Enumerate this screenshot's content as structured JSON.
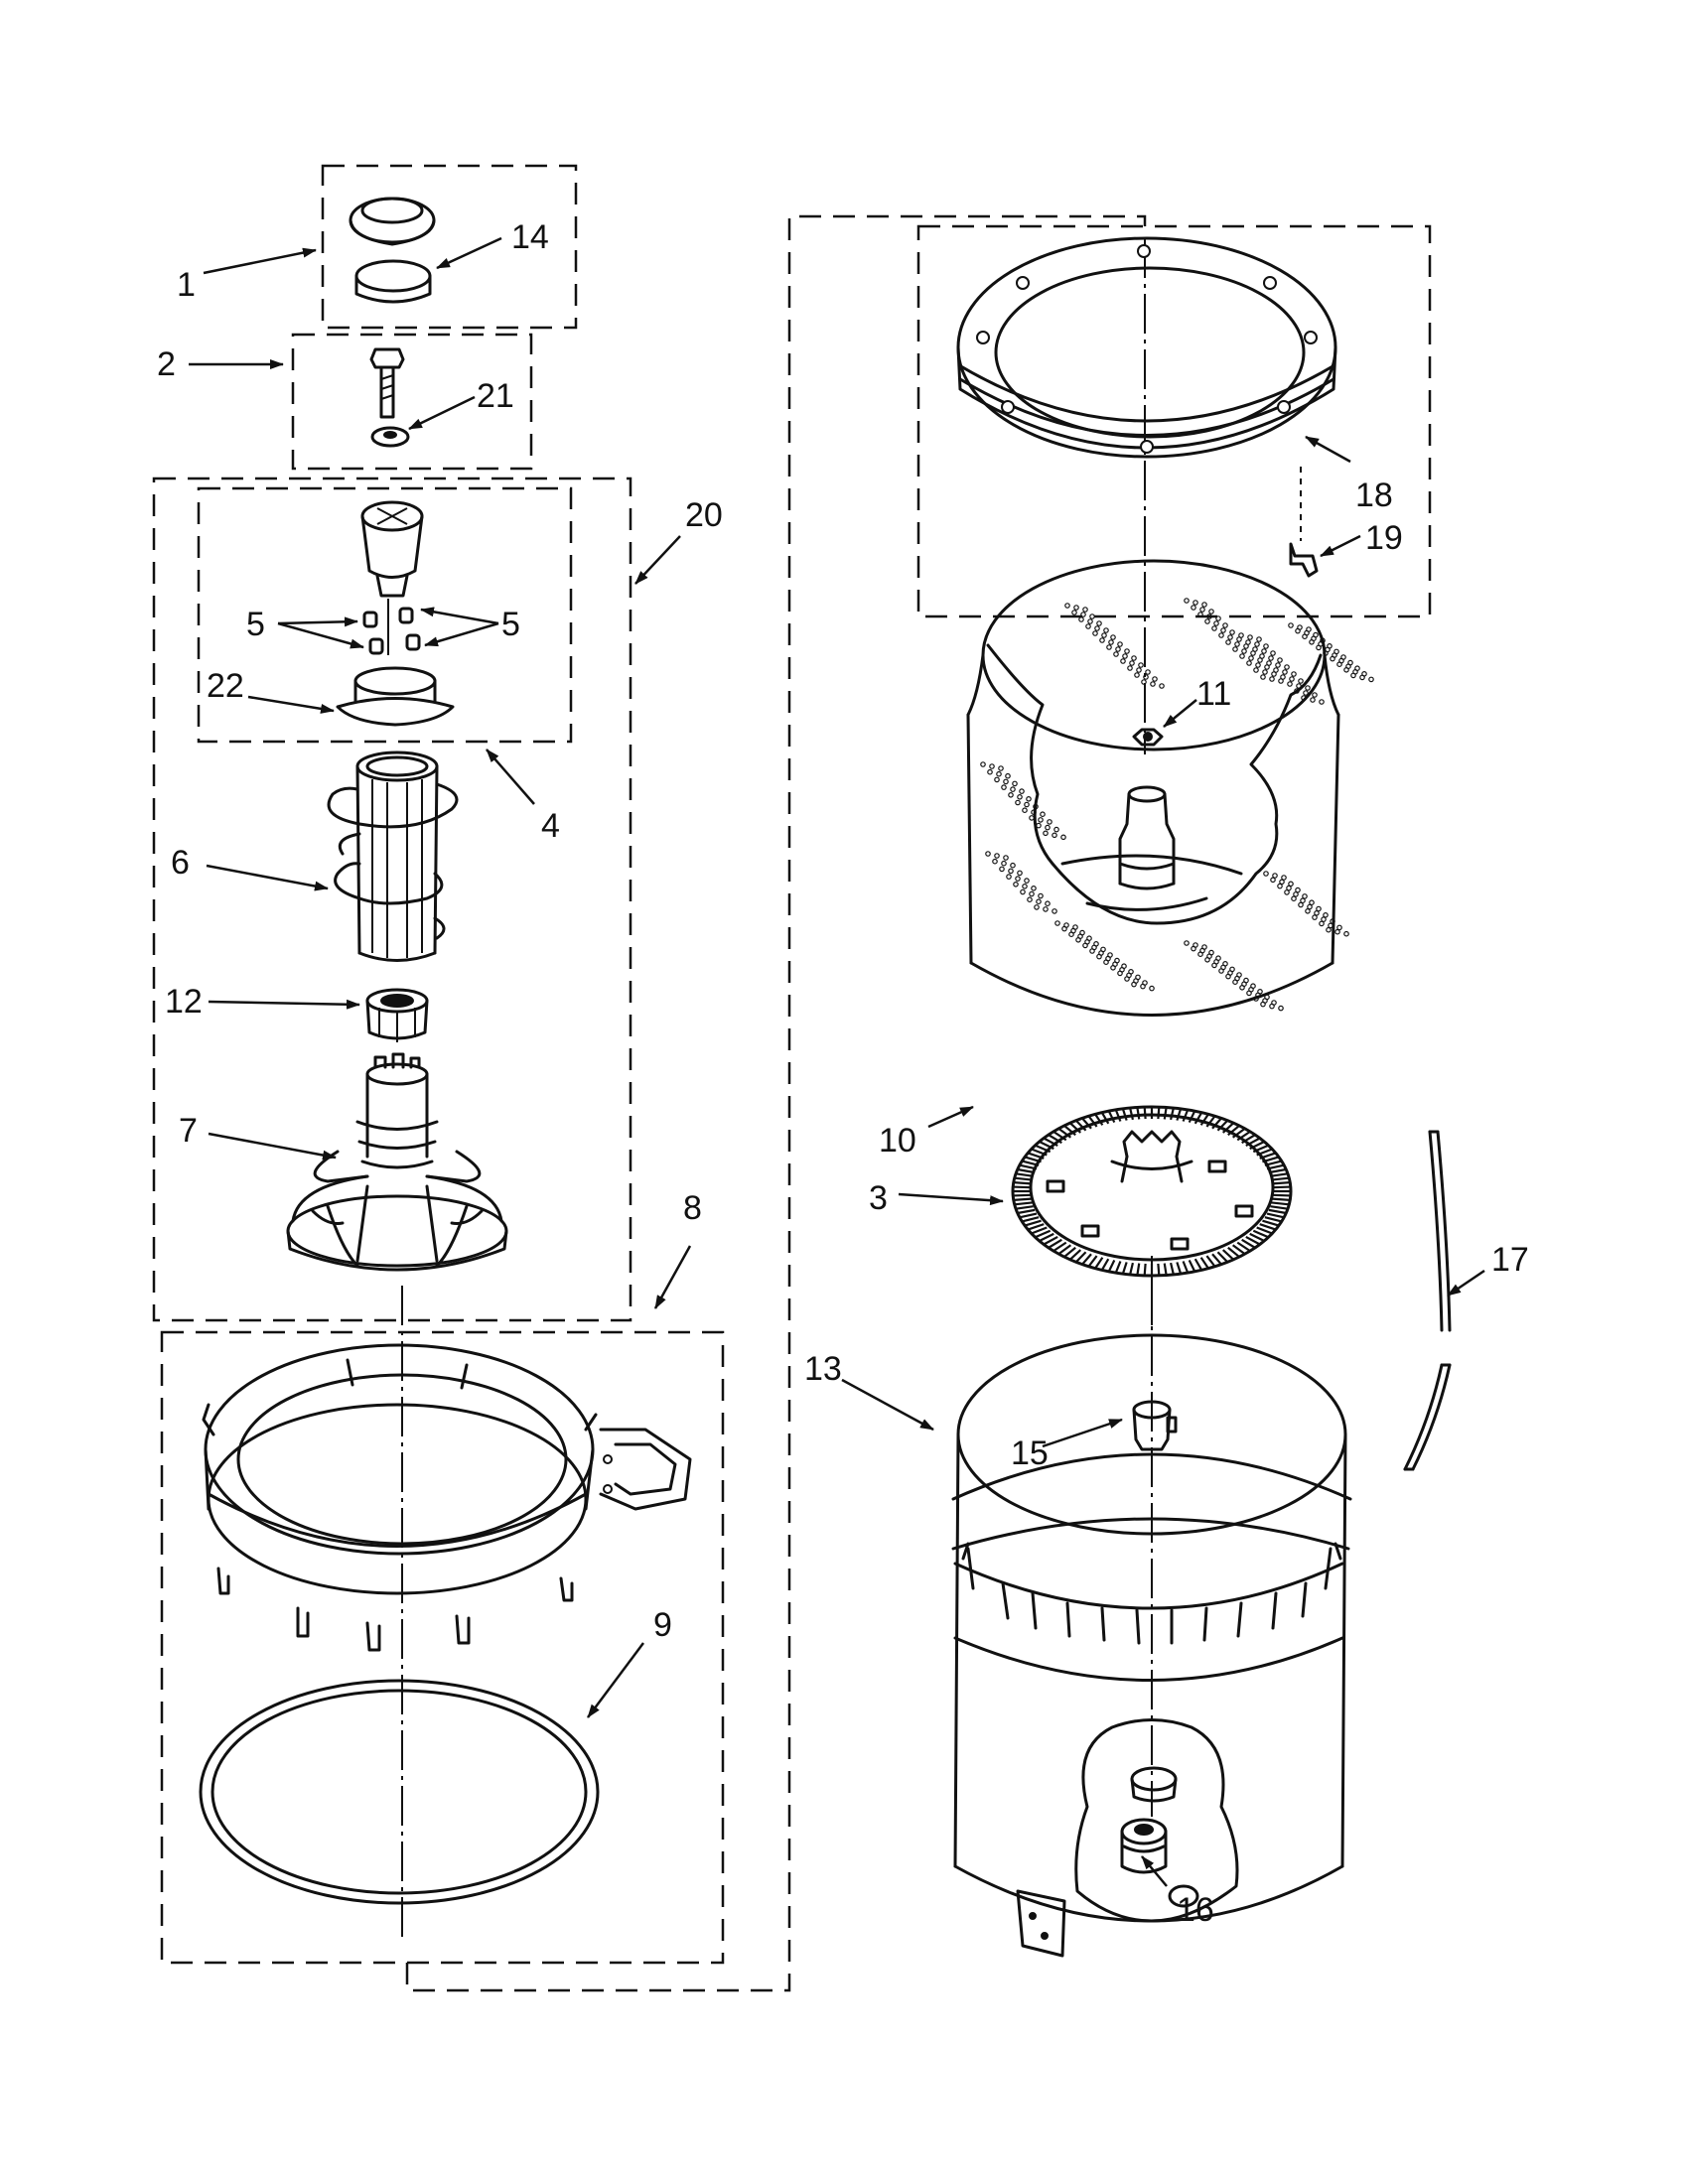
{
  "diagram": {
    "callouts": {
      "c1": "1",
      "c14": "14",
      "c2": "2",
      "c21": "21",
      "c20": "20",
      "c5a": "5",
      "c5b": "5",
      "c22": "22",
      "c4": "4",
      "c6": "6",
      "c12": "12",
      "c7": "7",
      "c8": "8",
      "c9": "9",
      "c18": "18",
      "c19": "19",
      "c11": "11",
      "c10": "10",
      "c3": "3",
      "c17": "17",
      "c13": "13",
      "c15": "15",
      "c16": "16"
    }
  }
}
